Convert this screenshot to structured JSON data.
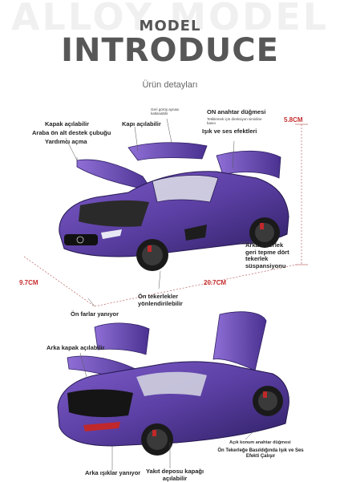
{
  "header": {
    "watermark": "ALLOY MODEL",
    "model": "MODEL",
    "introduce": "INTRODUCE",
    "subtitle": "Ürün detayları"
  },
  "top_view": {
    "labels": {
      "kapak": "Kapak açılabilir",
      "araba_alt": "Araba ön alt destek çubuğu",
      "yardimci": "Yardımcı açma",
      "kapi": "Kapı açılabilir",
      "geri_gorus": "Geri görüş aynası\nkatlanabilir",
      "on_anahtar": "ON anahtar düğmesi",
      "tetikleme": "Tetiklemek için direksiyon simidine\nbasın",
      "isik_ses": "Işık ve ses efektleri",
      "arka_tekerlek": "Arka tekerlek\ngeri tepme dört\ntekerlek\nsüspansiyonu",
      "on_tekerlek": "Ön tekerlekler\nyönlendirilebilir",
      "on_farlar": "Ön farlar yanıyor"
    },
    "dimensions": {
      "height": "5.8CM",
      "width": "9.7CM",
      "length": "20.7CM"
    }
  },
  "bottom_view": {
    "labels": {
      "arka_kapak": "Arka kapak açılabilir",
      "arka_isik": "Arka ışıklar yanıyor",
      "yakit": "Yakıt deposu kapağı\naçılabilir",
      "acik_konum": "Açık konum anahtar düğmesi",
      "on_tekerlege": "Ön Tekerleğe Basıldığında Işık ve Ses\nEfekti Çalışır"
    }
  },
  "colors": {
    "car_body": "#5b3fa3",
    "car_dark": "#2e1f63",
    "car_highlight": "#8f6fd6",
    "tire": "#1a1a1a",
    "caliper": "#c0282b",
    "accent_red": "#c72e2e"
  }
}
